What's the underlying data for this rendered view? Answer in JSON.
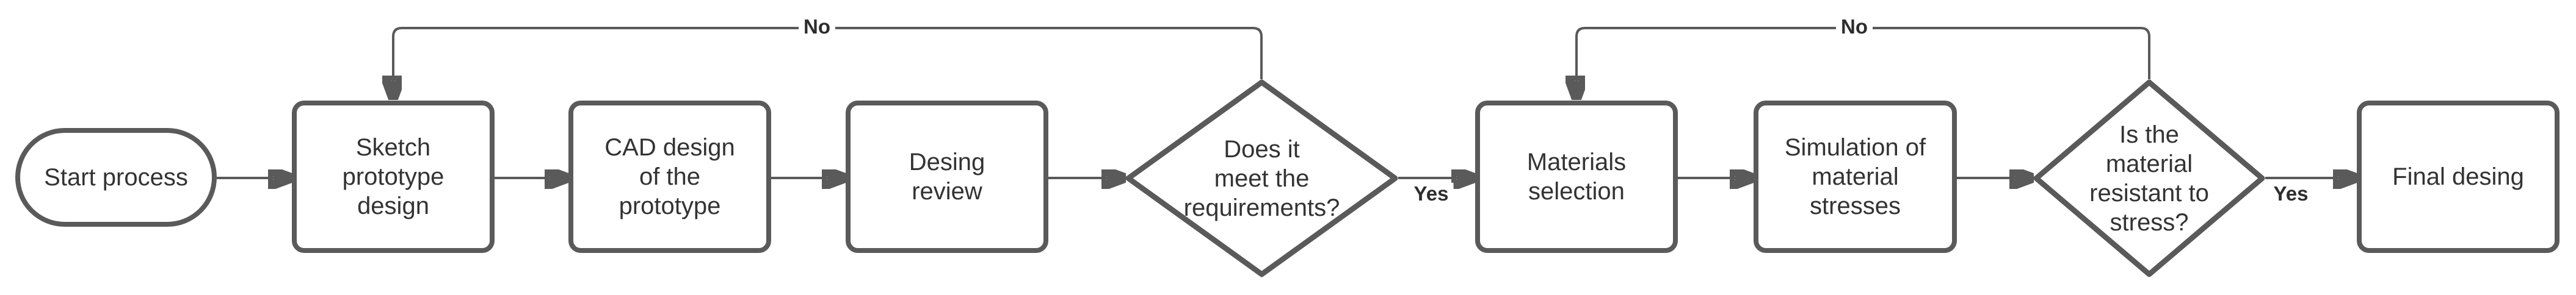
{
  "colors": {
    "background": "#ffffff",
    "shape_stroke": "#5a5a5a",
    "shape_fill": "#ffffff",
    "node_text": "#333333",
    "edge_label_text": "#2d2d2d"
  },
  "nodes": {
    "start": {
      "label": "Start process",
      "shape": "terminator"
    },
    "sketch": {
      "label": "Sketch\nprototype\ndesign",
      "shape": "process"
    },
    "cad": {
      "label": "CAD design\nof the\nprototype",
      "shape": "process"
    },
    "review": {
      "label": "Desing\nreview",
      "shape": "process"
    },
    "meets_requirements": {
      "label": "Does it\nmeet the\nrequirements?",
      "shape": "decision"
    },
    "materials": {
      "label": "Materials\nselection",
      "shape": "process"
    },
    "simulation": {
      "label": "Simulation of\nmaterial\nstresses",
      "shape": "process"
    },
    "resistant": {
      "label": "Is the\nmaterial\nresistant to\nstress?",
      "shape": "decision"
    },
    "final": {
      "label": "Final desing",
      "shape": "process"
    }
  },
  "edge_labels": {
    "no1": "No",
    "yes1": "Yes",
    "no2": "No",
    "yes2": "Yes"
  },
  "flow": [
    {
      "from": "start",
      "to": "sketch",
      "label": ""
    },
    {
      "from": "sketch",
      "to": "cad",
      "label": ""
    },
    {
      "from": "cad",
      "to": "review",
      "label": ""
    },
    {
      "from": "review",
      "to": "meets_requirements",
      "label": ""
    },
    {
      "from": "meets_requirements",
      "to": "materials",
      "label": "Yes"
    },
    {
      "from": "meets_requirements",
      "to": "sketch",
      "label": "No"
    },
    {
      "from": "materials",
      "to": "simulation",
      "label": ""
    },
    {
      "from": "simulation",
      "to": "resistant",
      "label": ""
    },
    {
      "from": "resistant",
      "to": "final",
      "label": "Yes"
    },
    {
      "from": "resistant",
      "to": "materials",
      "label": "No"
    }
  ]
}
